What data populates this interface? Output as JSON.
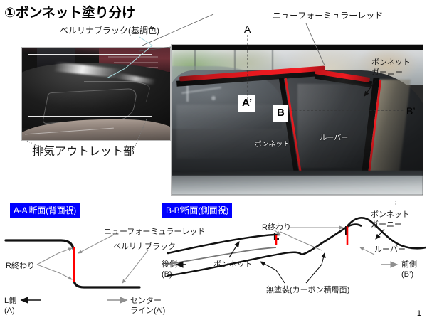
{
  "slide": {
    "title": "①ボンネット塗り分け",
    "page_number": "1",
    "accent_blue": "#0000FF",
    "accent_red": "#FF0000",
    "leader_gray": "#9a9a9a",
    "leader_cyan": "#a8d8dc"
  },
  "photos": {
    "left": {
      "name": "hood-closeup-photo",
      "caption": "排気アウトレット部",
      "color_label": "ベルリナブラック(基調色)"
    },
    "right": {
      "name": "hood-rear-three-quarter-photo",
      "color_label": "ニューフォーミュラーレッド",
      "garnish_label": "ボンネット\nガーニー",
      "garnish_label_line1": "ボンネット",
      "garnish_label_line2": "ガーニー",
      "inner_labels": [
        {
          "text": "ボンネット",
          "name": "photo-label-bonnet"
        },
        {
          "text": "ルーバー",
          "name": "photo-label-louver"
        }
      ],
      "section_marks": [
        {
          "text": "A",
          "name": "section-mark-a"
        },
        {
          "text": "A’",
          "name": "section-mark-a-prime"
        },
        {
          "text": "B",
          "name": "section-mark-b"
        },
        {
          "text": "B’",
          "name": "section-mark-b-prime"
        }
      ]
    }
  },
  "sections": {
    "left": {
      "header": "A-A'断面(背面視)",
      "labels": {
        "r_end": "R終わり",
        "new_formula_red": "ニューフォーミュラーレッド",
        "berlina_black": "ベルリナブラック"
      },
      "arrows": {
        "left_line1": "L側",
        "left_line2": "(A)",
        "right_line1": "センター",
        "right_line2": "ライン(A’)"
      }
    },
    "right": {
      "header": "B-B'断面(側面視)",
      "labels": {
        "r_end": "R終わり",
        "bonnet": "ボンネット",
        "unpainted": "無塗装(カーボン積層面)",
        "garnish_line1": "ボンネット",
        "garnish_line2": "ガーニー",
        "louver": "ルーバー"
      },
      "arrows": {
        "left_line1": "後側",
        "left_line2": "(B)",
        "right_line1": "前側",
        "right_line2": "(B’)"
      }
    }
  }
}
